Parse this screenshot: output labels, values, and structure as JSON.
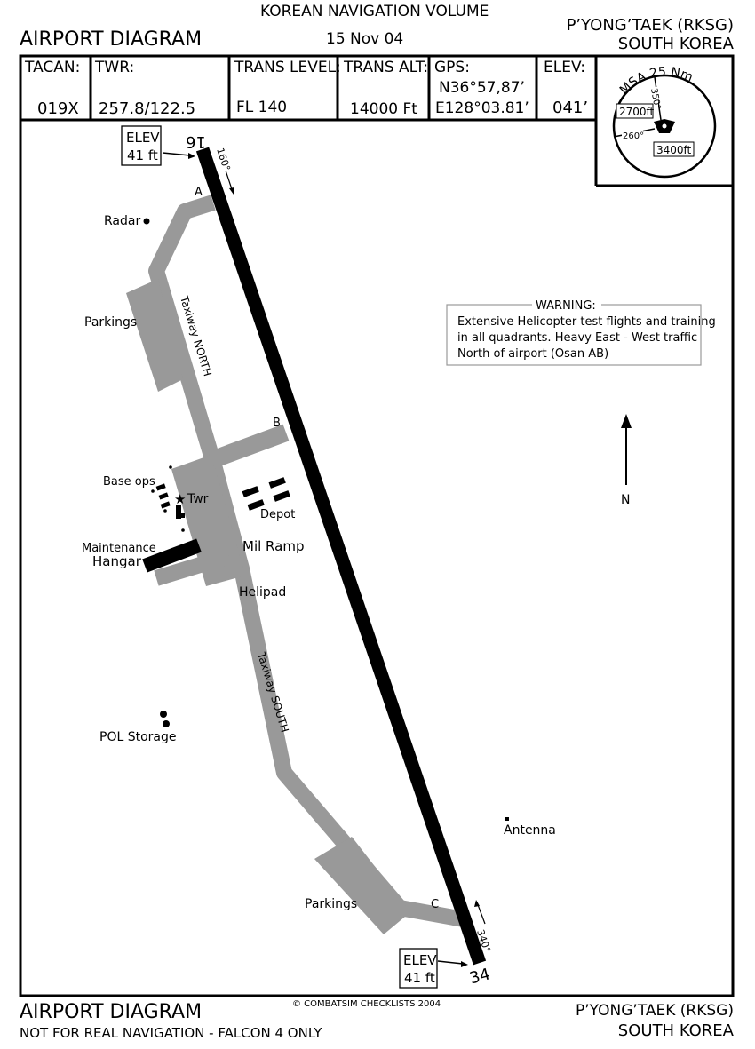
{
  "header": {
    "volume": "KOREAN NAVIGATION VOLUME",
    "title": "AIRPORT DIAGRAM",
    "date": "15 Nov 04",
    "airport": "P’YONG’TAEK (RKSG)",
    "country": "SOUTH KOREA"
  },
  "info": {
    "tacan_label": "TACAN:",
    "tacan": "019X",
    "twr_label": "TWR:",
    "twr": "257.8/122.5",
    "trans_level_label": "TRANS LEVEL:",
    "trans_level": "FL 140",
    "trans_alt_label": "TRANS ALT:",
    "trans_alt": "14000 Ft",
    "gps_label": "GPS:",
    "gps_n": "N36°57,87’",
    "gps_e": "E128°03.81’",
    "elev_label": "ELEV:",
    "elev": "041’"
  },
  "msa": {
    "title": "MSA 25 Nm",
    "bearing1": "350°",
    "bearing2": "260°",
    "alt1": "2700ft",
    "alt2": "3400ft"
  },
  "diagram": {
    "rwy_north": "16",
    "rwy_south": "34",
    "hdg_north": "160°",
    "hdg_south": "340°",
    "elev_box_line1": "ELEV",
    "elev_box_line2": "41 ft",
    "taxi_a": "A",
    "taxi_b": "B",
    "taxi_c": "C",
    "taxiway_north": "Taxiway NORTH",
    "taxiway_south": "Taxiway SOUTH",
    "radar": "Radar",
    "parkings_north": "Parkings",
    "parkings_south": "Parkings",
    "base_ops": "Base ops",
    "twr": "Twr",
    "depot": "Depot",
    "mil_ramp": "Mil Ramp",
    "maintenance": "Maintenance",
    "hangar": "Hangar",
    "helipad": "Helipad",
    "pol": "POL Storage",
    "antenna": "Antenna",
    "north": "N",
    "warning_title": "WARNING:",
    "warning_lines": [
      "Extensive Helicopter test flights and training",
      "in all quadrants. Heavy East - West traffic",
      "North of airport (Osan AB)"
    ]
  },
  "footer": {
    "title": "AIRPORT DIAGRAM",
    "disclaimer": "NOT FOR REAL NAVIGATION - FALCON 4 ONLY",
    "copyright": "© COMBATSIM CHECKLISTS 2004",
    "airport": "P’YONG’TAEK (RKSG)",
    "country": "SOUTH KOREA"
  }
}
